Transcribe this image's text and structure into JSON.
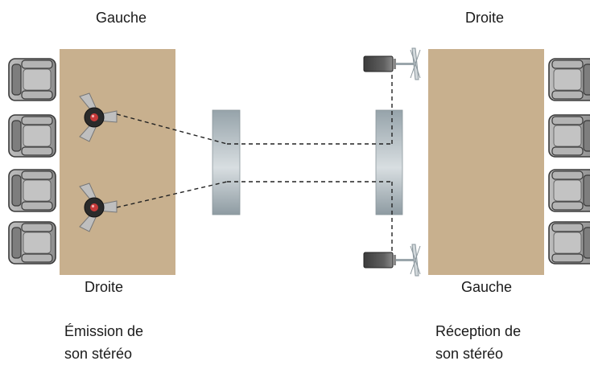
{
  "left_room": {
    "top_label": "Gauche",
    "bottom_label": "Droite",
    "caption_line1": "Émission de",
    "caption_line2": "son stéréo"
  },
  "right_room": {
    "top_label": "Droite",
    "bottom_label": "Gauche",
    "caption_line1": "Réception de",
    "caption_line2": "son stéréo"
  },
  "colors": {
    "table": "#c8b08e",
    "chair_fill": "#a9a9a9",
    "chair_dark": "#3a3a3a",
    "codec_panel": "#a8b3b9",
    "signal_line": "#222222"
  },
  "icons": {
    "chair": "chair-icon",
    "microphone": "conference-microphone-icon",
    "speaker": "speaker-icon",
    "codec": "codec-panel-icon"
  }
}
